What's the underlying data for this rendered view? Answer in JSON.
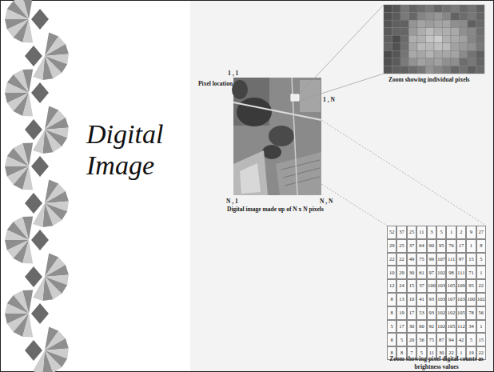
{
  "diagram": {
    "title": "Digital Image",
    "labels": [
      "Pixel location",
      "1 , 1",
      "1 , N",
      "Zoom showing individual pixels",
      "N , 1",
      "N , N",
      "Digital image made up of N x N pixels",
      "52",
      "37",
      "25",
      "11",
      "3",
      "5",
      "1",
      "2",
      "9",
      "27",
      "29",
      "25",
      "37",
      "64",
      "90",
      "95",
      "76",
      "17",
      "1",
      "8",
      "22",
      "22",
      "49",
      "75",
      "99",
      "107",
      "111",
      "97",
      "15",
      "5",
      "10",
      "29",
      "30",
      "61",
      "97",
      "102",
      "98",
      "111",
      "71",
      "1",
      "12",
      "24",
      "15",
      "37",
      "100",
      "103",
      "105",
      "109",
      "95",
      "22",
      "8",
      "13",
      "10",
      "41",
      "93",
      "103",
      "107",
      "103",
      "100",
      "102",
      "8",
      "19",
      "17",
      "53",
      "93",
      "102",
      "102",
      "105",
      "78",
      "56",
      "5",
      "17",
      "30",
      "60",
      "92",
      "102",
      "105",
      "112",
      "34",
      "1",
      "8",
      "5",
      "20",
      "56",
      "75",
      "87",
      "94",
      "42",
      "5",
      "15",
      "8",
      "8",
      "7",
      "5",
      "11",
      "30",
      "22",
      "1",
      "19",
      "22",
      "Zoom showing pixel digital counts as brightness values"
    ]
  }
}
